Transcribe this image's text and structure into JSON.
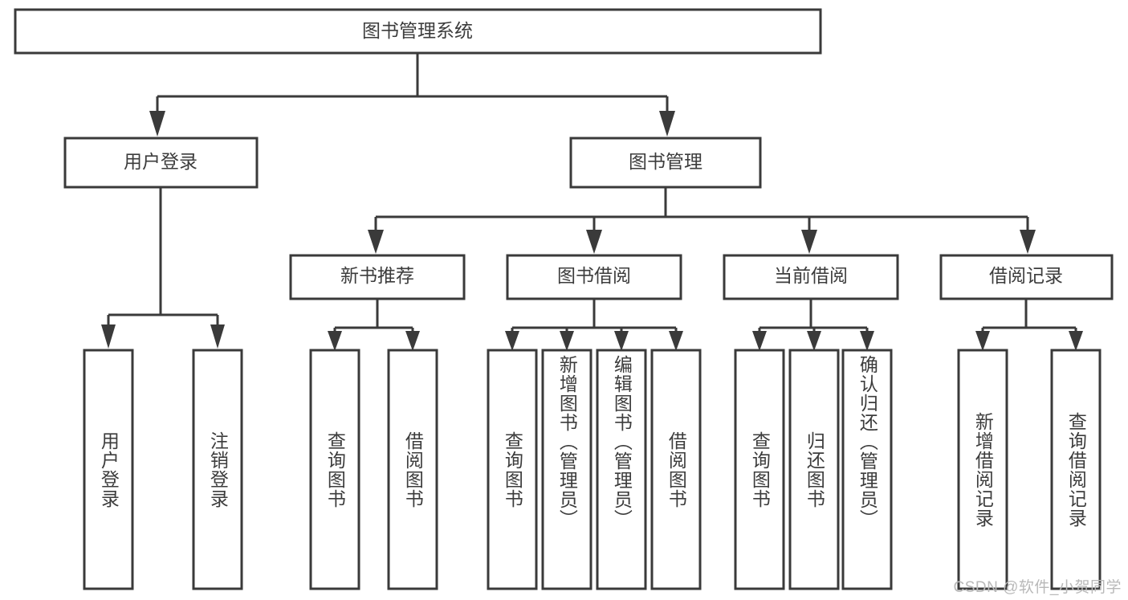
{
  "diagram": {
    "type": "tree-hierarchy",
    "title_node": {
      "label": "图书管理系统"
    },
    "level2": [
      {
        "id": "user-login",
        "label": "用户登录"
      },
      {
        "id": "book-manage",
        "label": "图书管理"
      }
    ],
    "level3": [
      {
        "id": "new-book-recommend",
        "label": "新书推荐"
      },
      {
        "id": "book-borrow",
        "label": "图书借阅"
      },
      {
        "id": "current-borrow",
        "label": "当前借阅"
      },
      {
        "id": "borrow-record",
        "label": "借阅记录"
      }
    ],
    "leaves": {
      "user_login": [
        {
          "id": "leaf-user-login",
          "label": "用户登录"
        },
        {
          "id": "leaf-logout",
          "label": "注销登录"
        }
      ],
      "new_book_recommend": [
        {
          "id": "leaf-query-book-1",
          "label": "查询图书"
        },
        {
          "id": "leaf-borrow-book-1",
          "label": "借阅图书"
        }
      ],
      "book_borrow": [
        {
          "id": "leaf-query-book-2",
          "label": "查询图书"
        },
        {
          "id": "leaf-add-book",
          "label": "新增图书（管理员）"
        },
        {
          "id": "leaf-edit-book",
          "label": "编辑图书（管理员）"
        },
        {
          "id": "leaf-borrow-book-2",
          "label": "借阅图书"
        }
      ],
      "current_borrow": [
        {
          "id": "leaf-query-book-3",
          "label": "查询图书"
        },
        {
          "id": "leaf-return-book",
          "label": "归还图书"
        },
        {
          "id": "leaf-confirm-return",
          "label": "确认归还（管理员）"
        }
      ],
      "borrow_record": [
        {
          "id": "leaf-add-record",
          "label": "新增借阅记录"
        },
        {
          "id": "leaf-query-record",
          "label": "查询借阅记录"
        }
      ]
    },
    "colors": {
      "stroke": "#3a3a3a",
      "box_fill": "#ffffff",
      "text": "#3c3c3c",
      "background": "#ffffff",
      "watermark": "#b9b9b9"
    }
  },
  "watermark": {
    "text": "CSDN @软件_小贺同学"
  }
}
